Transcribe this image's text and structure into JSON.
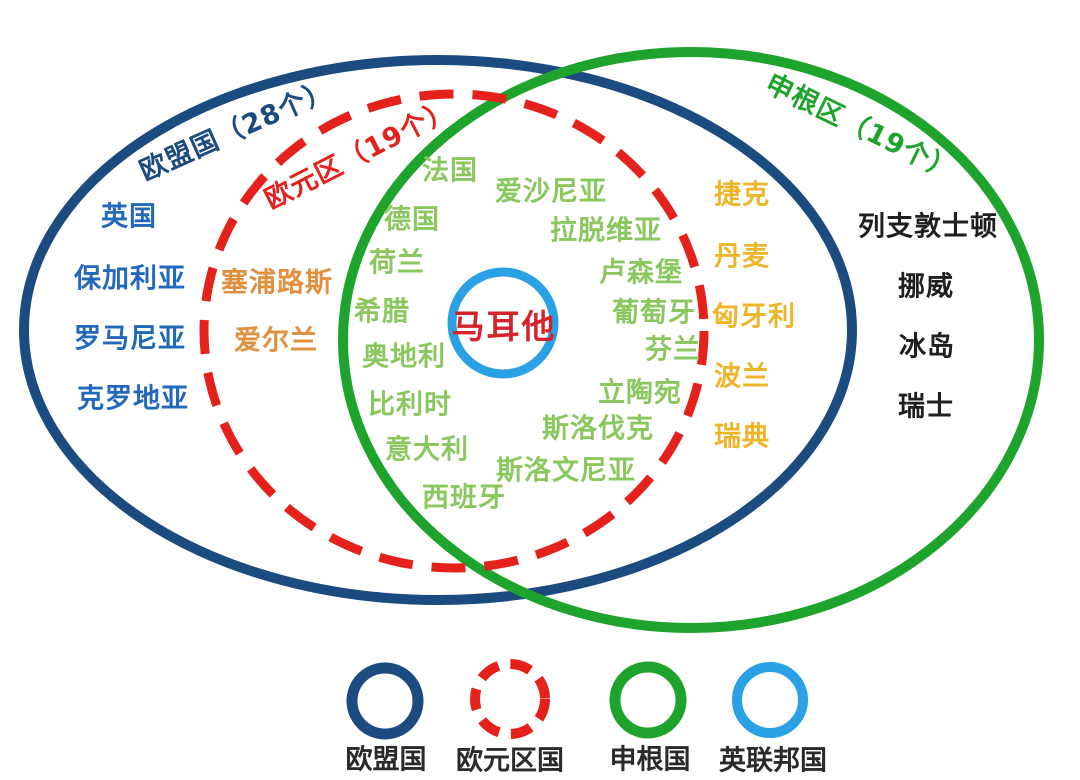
{
  "colors": {
    "eu_ring": "#1c4b80",
    "eu_text": "#2268bb",
    "euro_ring": "#e4221b",
    "euro_orange_text": "#e0903f",
    "schengen_ring": "#1ea32c",
    "core_green_text": "#8bc75f",
    "gold_text": "#edb52a",
    "schengen_only_text": "#1f1f1f",
    "commonwealth_ring": "#2aa1e4",
    "malta_text": "#d4232a",
    "legend_text": "#2a2a2a"
  },
  "rings": {
    "eu": "欧盟国（28个）",
    "euro": "欧元区（19个）",
    "schengen": "申根区（19个）"
  },
  "groups": {
    "eu_only": [
      "英国",
      "保加利亚",
      "罗马尼亚",
      "克罗地亚"
    ],
    "euro_not_schengen": [
      "塞浦路斯",
      "爱尔兰"
    ],
    "eu_euro_schengen": [
      "法国",
      "德国",
      "荷兰",
      "希腊",
      "奥地利",
      "比利时",
      "意大利",
      "西班牙",
      "爱沙尼亚",
      "拉脱维亚",
      "卢森堡",
      "葡萄牙",
      "芬兰",
      "立陶宛",
      "斯洛伐克",
      "斯洛文尼亚"
    ],
    "eu_schengen_not_euro": [
      "捷克",
      "丹麦",
      "匈牙利",
      "波兰",
      "瑞典"
    ],
    "schengen_only": [
      "列支敦士顿",
      "挪威",
      "冰岛",
      "瑞士"
    ],
    "center": "马耳他"
  },
  "legend": [
    {
      "label": "欧盟国"
    },
    {
      "label": "欧元区国"
    },
    {
      "label": "申根国"
    },
    {
      "label": "英联邦国"
    }
  ]
}
